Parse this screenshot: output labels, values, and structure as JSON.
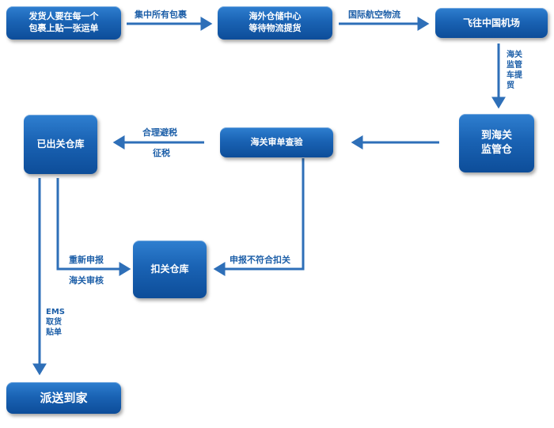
{
  "nodes": {
    "sender": "发货人要在每一个\n包裹上贴一张运单",
    "warehouse": "海外仓储中心\n等待物流提货",
    "flight": "飞往中国机场",
    "customs_warehouse": "到海关\n监管仓",
    "inspection": "海关审单查验",
    "cleared": "已出关仓库",
    "detained": "扣关仓库",
    "delivery": "派送到家"
  },
  "labels": {
    "consolidate": "集中所有包裹",
    "air_freight": "国际航空物流",
    "truck": "海关\n监管\n车提\n贸",
    "tax_1": "合理避税",
    "tax_2": "征税",
    "redeclare": "重新申报",
    "review": "海关审核",
    "noncompliant": "申报不符合扣关",
    "ems": "EMS\n取货\n贴单"
  },
  "colors": {
    "box": "#1a63b4",
    "arrow": "#2e6fb8",
    "label": "#1d5fa8"
  }
}
